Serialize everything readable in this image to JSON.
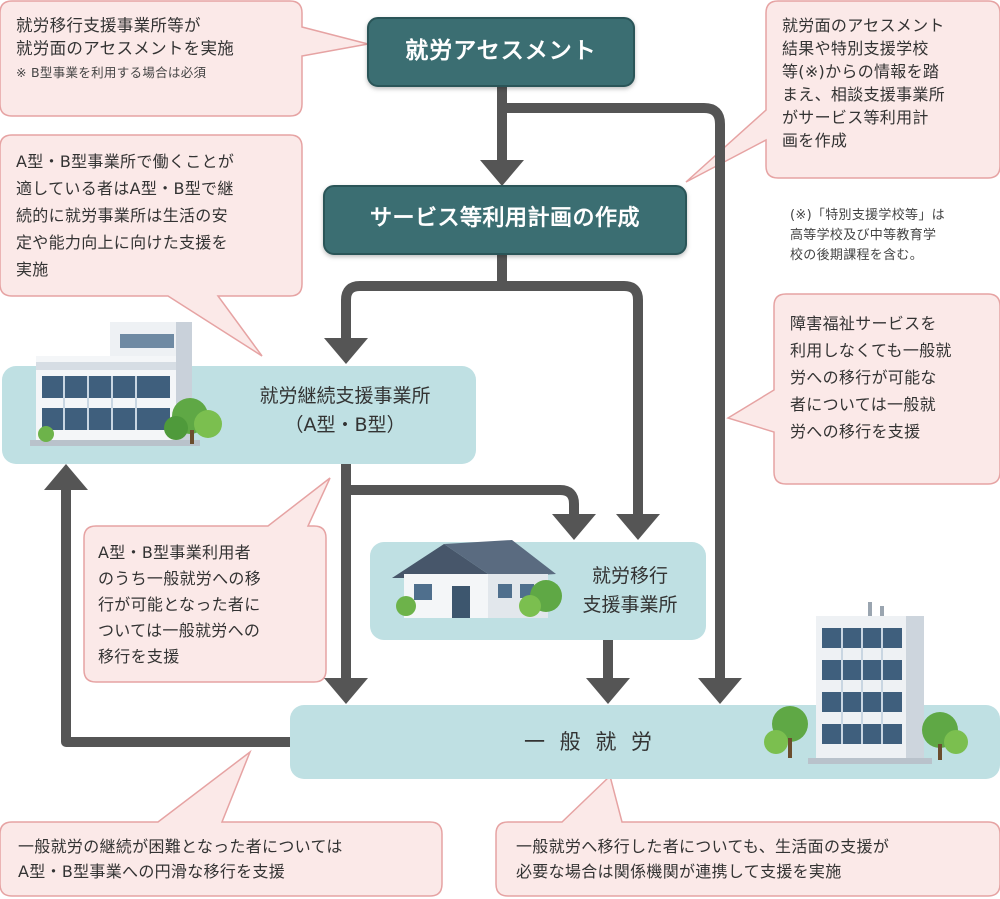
{
  "nodes": {
    "assessment": "就労アセスメント",
    "plan": "サービス等利用計画の作成",
    "continuation_support": [
      "就労継続支援事業所",
      "（A型・B型）"
    ],
    "transition_support": [
      "就労移行",
      "支援事業所"
    ],
    "general_employment": "一 般 就 労"
  },
  "callouts": {
    "assessment_note": {
      "lines": [
        "就労移行支援事業所等が",
        "就労面のアセスメントを実施"
      ],
      "note": "※ B型事業を利用する場合は必須"
    },
    "plan_note": {
      "lines": [
        "就労面のアセスメント",
        "結果や特別支援学校",
        "等(※)からの情報を踏",
        "まえ、相談支援事業所",
        "がサービス等利用計",
        "画を作成"
      ]
    },
    "school_note": {
      "lines": [
        "(※)「特別支援学校等」は",
        "高等学校及び中等教育学",
        "校の後期課程を含む。"
      ]
    },
    "ab_work_note": {
      "lines": [
        "A型・B型事業所で働くことが",
        "適している者はA型・B型で継",
        "続的に就労事業所は生活の安",
        "定や能力向上に向けた支援を",
        "実施"
      ]
    },
    "direct_employment_note": {
      "lines": [
        "障害福祉サービスを",
        "利用しなくても一般就",
        "労への移行が可能な",
        "者については一般就",
        "労への移行を支援"
      ]
    },
    "ab_transition_note": {
      "lines": [
        "A型・B型事業利用者",
        "のうち一般就労への移",
        "行が可能となった者に",
        "ついては一般就労への",
        "移行を支援"
      ]
    },
    "return_note": {
      "lines": [
        "一般就労の継続が困難となった者については",
        "A型・B型事業への円滑な移行を支援"
      ]
    },
    "support_note": {
      "lines": [
        "一般就労へ移行した者についても、生活面の支援が",
        "必要な場合は関係機関が連携して支援を実施"
      ]
    }
  },
  "colors": {
    "node_fill": "#3a6e72",
    "node_border": "#2a5558",
    "box_fill": "#bfe0e3",
    "bubble_fill": "#fbe9e8",
    "bubble_border": "#e6a3a3",
    "arrow": "#555555"
  }
}
